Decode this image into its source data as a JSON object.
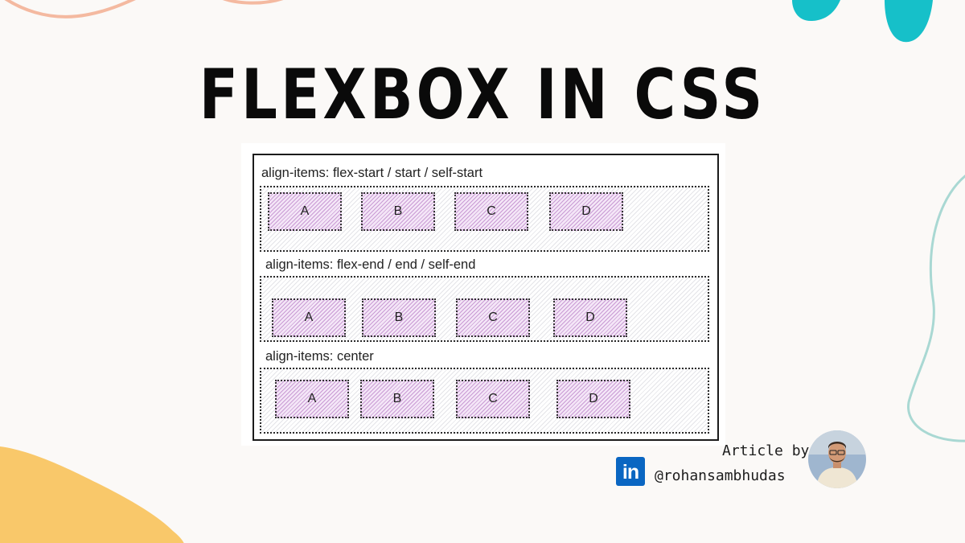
{
  "title": "FLEXBOX IN CSS",
  "rows": [
    {
      "label": "align-items: flex-start / start / self-start",
      "items": [
        "A",
        "B",
        "C",
        "D"
      ]
    },
    {
      "label": "align-items: flex-end / end / self-end",
      "items": [
        "A",
        "B",
        "C",
        "D"
      ]
    },
    {
      "label": "align-items: center",
      "items": [
        "A",
        "B",
        "C",
        "D"
      ]
    }
  ],
  "credit": {
    "article_by": "Article by",
    "handle": "@rohansambhudas",
    "linkedin_icon_text": "in"
  },
  "colors": {
    "background": "#fbf9f7",
    "item_fill": "#c99bd4",
    "linkedin": "#0a66c2",
    "blob_orange": "#f9c86a",
    "blob_teal": "#16c0c9",
    "line_peach": "#f4b9a0",
    "line_teal": "#a9d8d3"
  },
  "icons": [
    "linkedin-icon",
    "avatar"
  ]
}
